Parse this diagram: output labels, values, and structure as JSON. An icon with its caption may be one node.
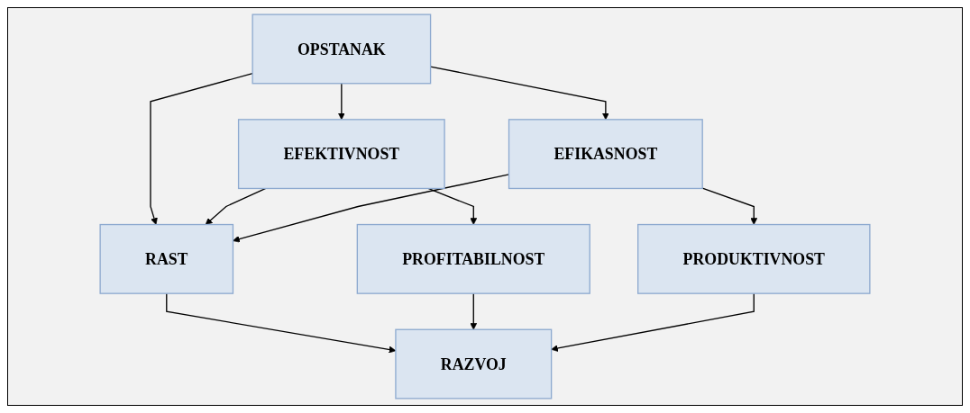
{
  "diagram": {
    "nodes": [
      {
        "text": [
          "OPSTANAK"
        ]
      },
      {
        "text": [
          "EFEKTIVNOST"
        ]
      },
      {
        "text": [
          "RAST"
        ]
      },
      {
        "text": [
          "EFIKASNOST"
        ]
      },
      {
        "text": [
          "PROFITABILNOST"
        ]
      },
      {
        "text": [
          "RAZVOJ"
        ]
      },
      {
        "text": [
          "PRODUKTIVNOST"
        ]
      }
    ],
    "edges": [
      {
        "from": 0,
        "to": 1,
        "arrow": "to"
      },
      {
        "from": 0,
        "to": 2,
        "arrow": "to"
      },
      {
        "from": 0,
        "to": 3,
        "arrow": "to"
      },
      {
        "from": 1,
        "to": 2,
        "arrow": "to"
      },
      {
        "from": 3,
        "to": 2,
        "arrow": "to"
      },
      {
        "from": 1,
        "to": 4,
        "arrow": "to"
      },
      {
        "from": 2,
        "to": 5,
        "arrow": "to"
      },
      {
        "from": 3,
        "to": 6,
        "arrow": "to"
      },
      {
        "from": 4,
        "to": 5,
        "arrow": "to"
      },
      {
        "from": 6,
        "to": 5,
        "arrow": "to"
      }
    ]
  }
}
